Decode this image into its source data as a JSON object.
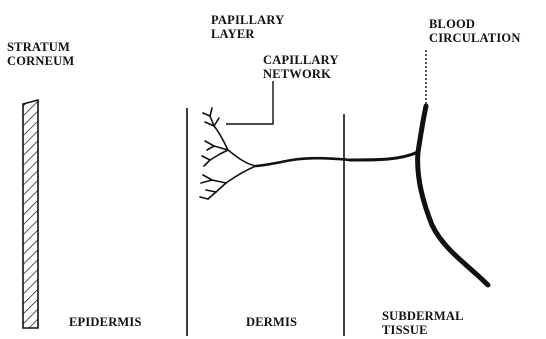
{
  "labels": {
    "stratum_corneum": [
      "STRATUM",
      "CORNEUM"
    ],
    "papillary_layer": [
      "PAPILLARY",
      "LAYER"
    ],
    "capillary_network": [
      "CAPILLARY",
      "NETWORK"
    ],
    "blood_circulation": [
      "BLOOD",
      "CIRCULATION"
    ],
    "epidermis": "EPIDERMIS",
    "dermis": "DERMIS",
    "subdermal_tissue": [
      "SUBDERMAL",
      "TISSUE"
    ]
  },
  "colors": {
    "ink": "#111111",
    "background": "#ffffff"
  }
}
